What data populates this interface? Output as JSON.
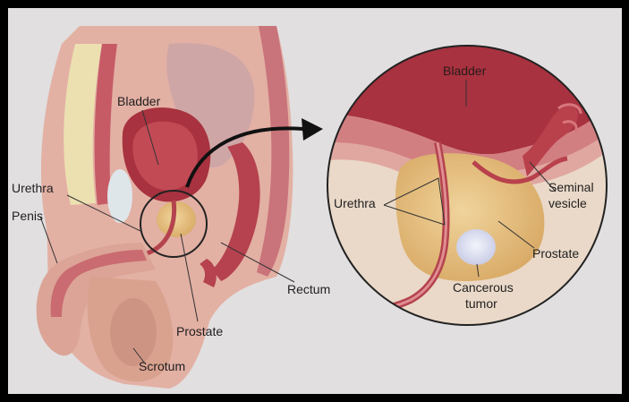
{
  "colors": {
    "frame": "#000000",
    "background": "#e1dfdf",
    "skin": "#e3b0a4",
    "muscle": "#c7606a",
    "bladder_wall": "#a8323f",
    "bladder_inner": "#b3404a",
    "prostate": "#e8c588",
    "tumor": "#d9dcf0",
    "fat": "#ece0b0",
    "leader": "#333333",
    "arrow": "#111111"
  },
  "left_view": {
    "labels": {
      "bladder": "Bladder",
      "urethra": "Urethra",
      "penis": "Penis",
      "rectum": "Rectum",
      "prostate": "Prostate",
      "scrotum": "Scrotum"
    },
    "callout_icon": "magnify-circle"
  },
  "arrow_icon": "curved-arrow-right",
  "zoom_view": {
    "labels": {
      "bladder": "Bladder",
      "urethra": "Urethra",
      "seminal_vesicle_line1": "Seminal",
      "seminal_vesicle_line2": "vesicle",
      "prostate": "Prostate",
      "tumor_line1": "Cancerous",
      "tumor_line2": "tumor"
    }
  }
}
